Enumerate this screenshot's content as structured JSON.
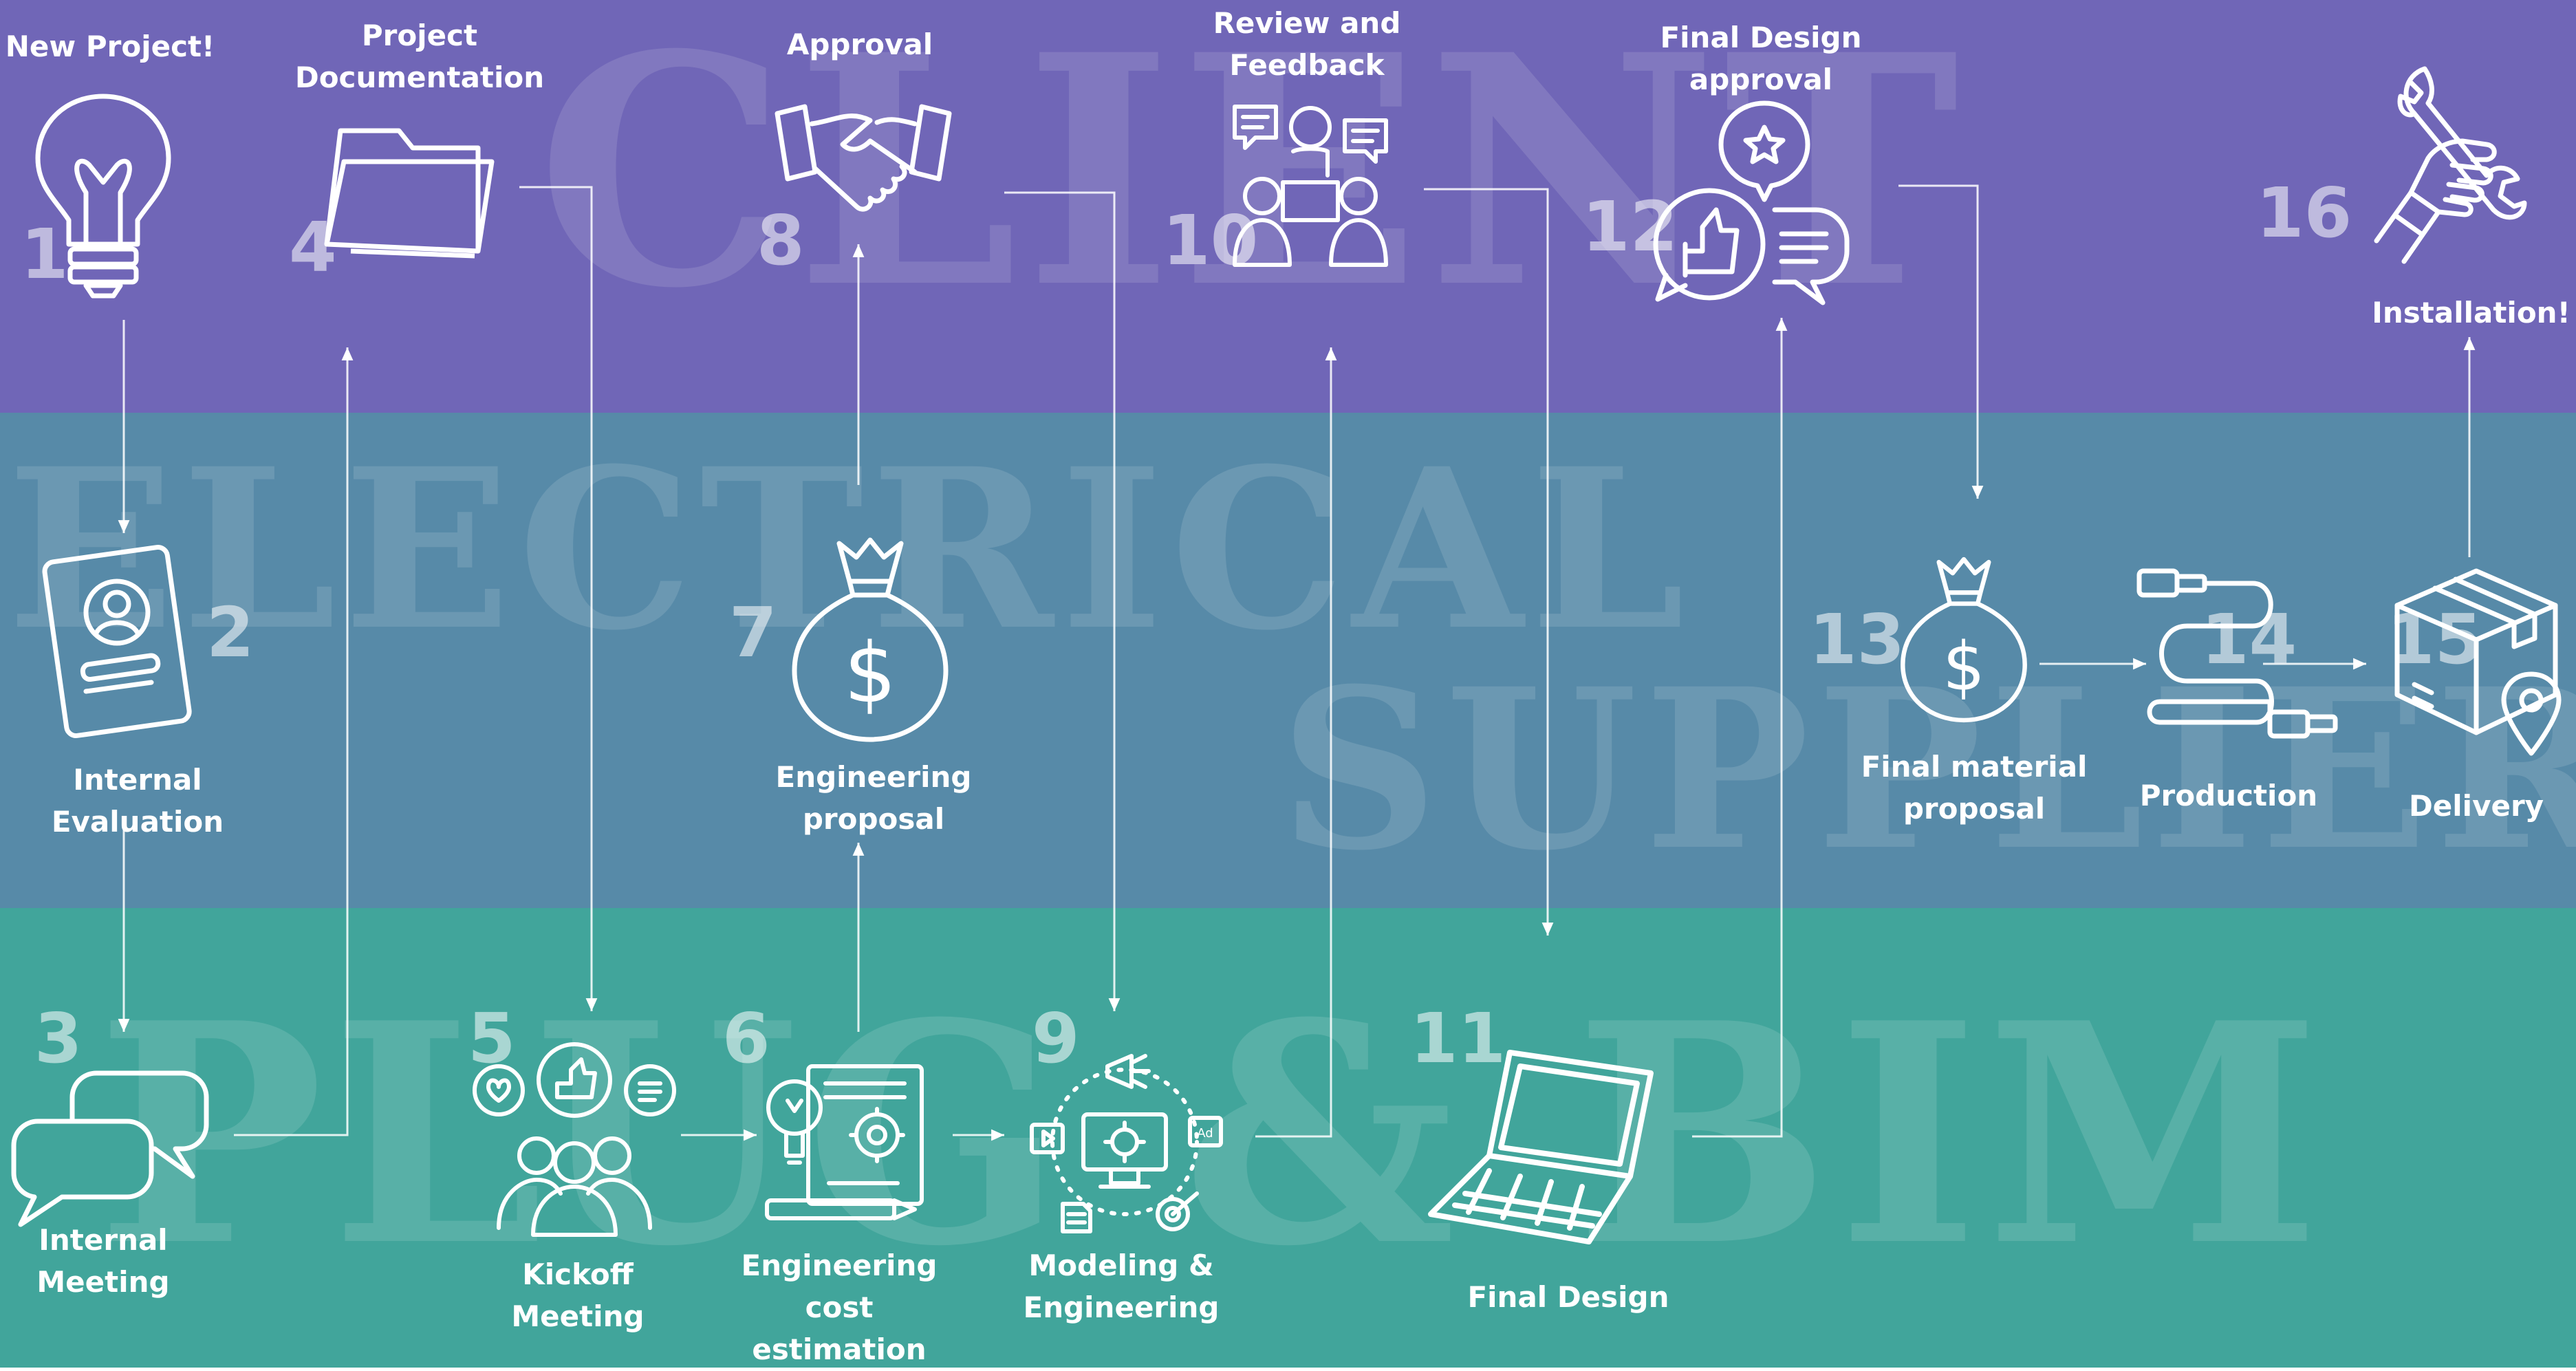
{
  "lanes": {
    "client": {
      "label": "CLIENT",
      "color": "#7066b7"
    },
    "electrical": {
      "label": "ELECTRICAL",
      "label2": "SUPPLIER",
      "color": "#578aa8"
    },
    "bim": {
      "label": "PLUG & BIM",
      "color": "#41a59b"
    }
  },
  "steps": [
    {
      "num": "1",
      "label": "New Project!"
    },
    {
      "num": "2",
      "label": "Internal Evaluation"
    },
    {
      "num": "3",
      "label_lines": [
        "Internal",
        "Meeting"
      ]
    },
    {
      "num": "4",
      "label_lines": [
        "Project",
        "Documentation"
      ]
    },
    {
      "num": "5",
      "label_lines": [
        "Kickoff",
        "Meeting"
      ]
    },
    {
      "num": "6",
      "label_lines": [
        "Engineering",
        "cost",
        "estimation"
      ]
    },
    {
      "num": "7",
      "label": "Engineering proposal"
    },
    {
      "num": "8",
      "label": "Approval"
    },
    {
      "num": "9",
      "label_lines": [
        "Modeling &",
        "Engineering"
      ]
    },
    {
      "num": "10",
      "label_lines": [
        "Review and",
        "Feedback"
      ]
    },
    {
      "num": "11",
      "label": "Final Design"
    },
    {
      "num": "12",
      "label": "Final Design approval"
    },
    {
      "num": "13",
      "label_lines": [
        "Final material",
        "proposal"
      ]
    },
    {
      "num": "14",
      "label": "Production"
    },
    {
      "num": "15",
      "label": "Delivery"
    },
    {
      "num": "16",
      "label": "Installation!"
    }
  ],
  "icons": {
    "s1": "lightbulb-icon",
    "s2": "id-card-icon",
    "s3": "chat-bubbles-icon",
    "s4": "folder-icon",
    "s5": "team-feedback-icon",
    "s6": "cost-estimation-icon",
    "s7": "money-bag-icon",
    "s8": "handshake-icon",
    "s9": "modeling-icon",
    "s10": "meeting-feedback-icon",
    "s11": "laptop-icon",
    "s12": "approval-chat-icon",
    "s13": "money-bag-icon",
    "s14": "cable-icon",
    "s15": "package-icon",
    "s16": "wrench-hand-icon"
  },
  "colors": {
    "line": "#ffffff",
    "text": "#ffffff"
  }
}
